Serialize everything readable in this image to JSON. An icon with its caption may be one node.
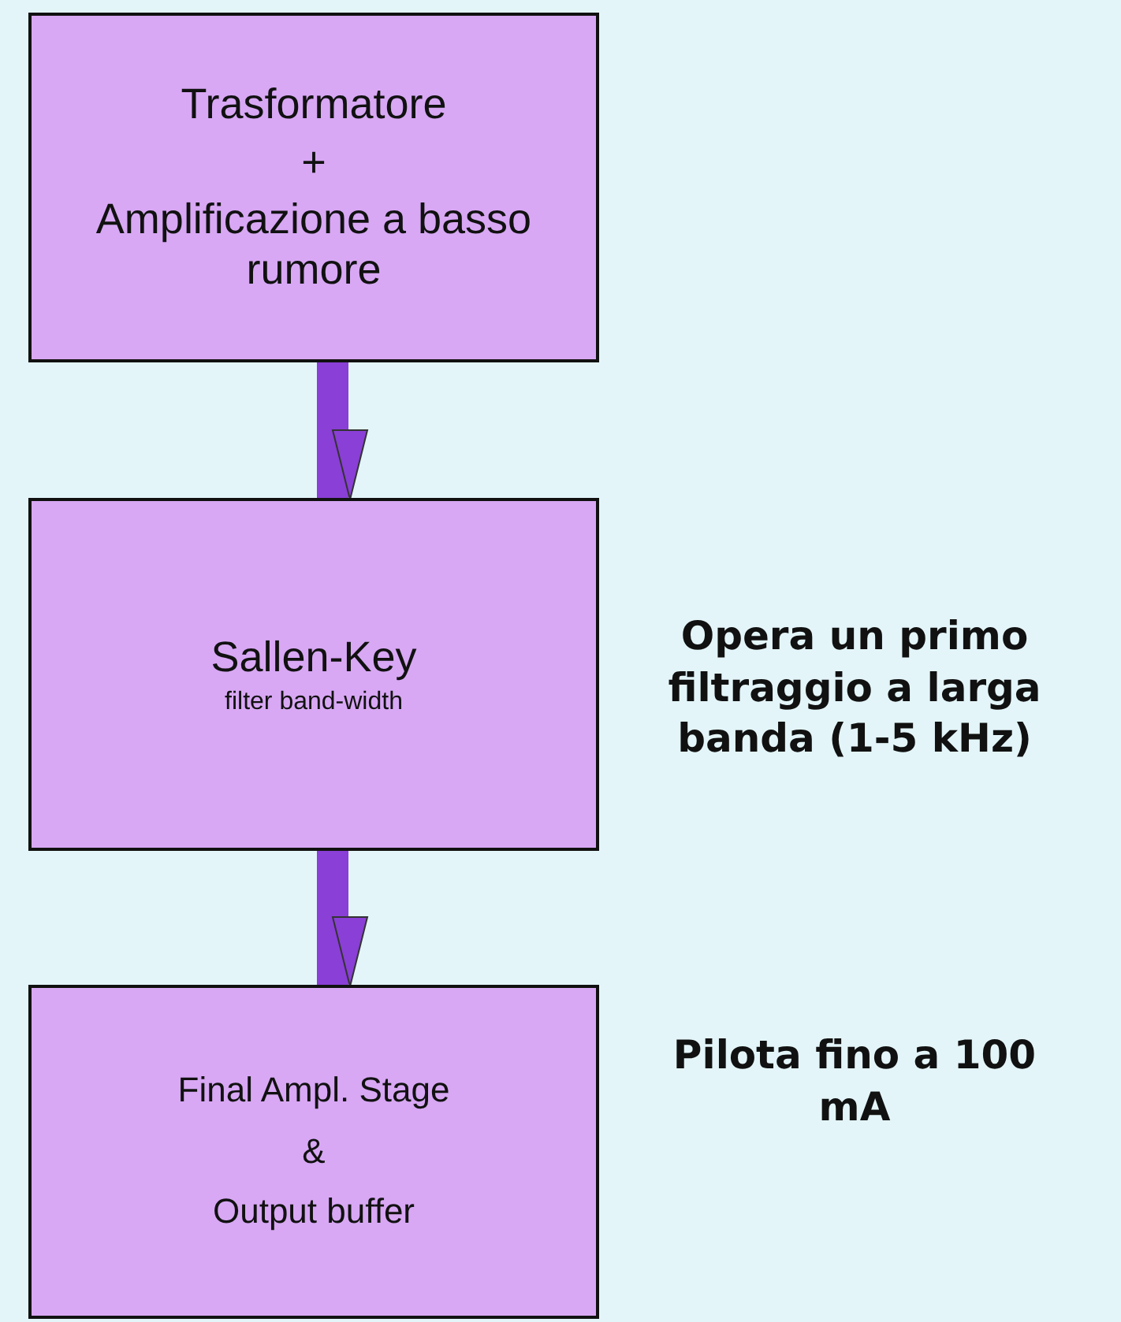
{
  "diagram": {
    "nodes": [
      {
        "text": [
          "Trasformatore",
          "+",
          "Amplificazione a basso rumore"
        ]
      },
      {
        "text": [
          "Sallen-Key",
          "filter band-width"
        ],
        "beside": [
          "Opera un primo filtraggio a larga banda (1-5 kHz)"
        ]
      },
      {
        "text": [
          "Final Ampl. Stage",
          "&",
          "Output buffer"
        ],
        "beside": [
          "Pilota fino a 100 mA"
        ]
      }
    ],
    "edges": [
      {
        "from": 0,
        "to": 1,
        "arrow": "to"
      },
      {
        "from": 1,
        "to": 2,
        "arrow": "to"
      }
    ]
  }
}
